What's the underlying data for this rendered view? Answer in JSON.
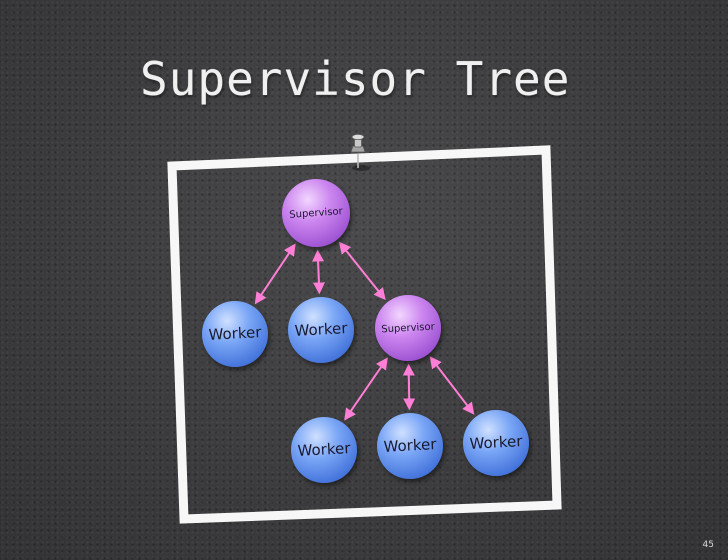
{
  "slide": {
    "title": "Supervisor Tree",
    "page_number": "45"
  },
  "nodes": {
    "root": {
      "label": "Supervisor",
      "kind": "supervisor"
    },
    "worker_left": {
      "label": "Worker",
      "kind": "worker"
    },
    "worker_mid": {
      "label": "Worker",
      "kind": "worker"
    },
    "sub_supervisor": {
      "label": "Supervisor",
      "kind": "supervisor"
    },
    "worker_bottom_1": {
      "label": "Worker",
      "kind": "worker"
    },
    "worker_bottom_2": {
      "label": "Worker",
      "kind": "worker"
    },
    "worker_bottom_3": {
      "label": "Worker",
      "kind": "worker"
    }
  },
  "edges": [
    {
      "from": "root",
      "to": "worker_left"
    },
    {
      "from": "root",
      "to": "worker_mid"
    },
    {
      "from": "root",
      "to": "sub_supervisor"
    },
    {
      "from": "sub_supervisor",
      "to": "worker_bottom_1"
    },
    {
      "from": "sub_supervisor",
      "to": "worker_bottom_2"
    },
    {
      "from": "sub_supervisor",
      "to": "worker_bottom_3"
    }
  ],
  "colors": {
    "supervisor_fill": "#c57de8",
    "worker_fill": "#6f9cf2",
    "arrow": "#ff7fd6",
    "frame": "#ffffff"
  },
  "icons": {
    "pin": "push-pin-icon"
  }
}
